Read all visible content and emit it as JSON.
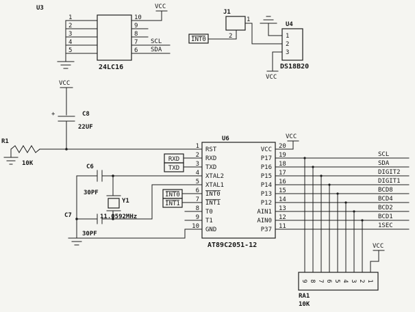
{
  "u3": {
    "ref": "U3",
    "part": "24LC16",
    "left_pin_numbers": [
      "1",
      "2",
      "3",
      "4",
      "5"
    ],
    "right_pin_numbers": [
      "10",
      "9",
      "8",
      "7",
      "6"
    ],
    "pin7_label": "SCL",
    "pin6_label": "SDA",
    "vcc_label": "VCC"
  },
  "j1": {
    "ref": "J1",
    "pin1": "1",
    "pin2": "2",
    "net_label": "INT0"
  },
  "u4": {
    "ref": "U4",
    "part": "DS18B20",
    "pin_numbers": [
      "1",
      "2",
      "3"
    ],
    "vcc_label": "VCC"
  },
  "c8": {
    "ref": "C8",
    "value": "22UF",
    "plus": "+",
    "vcc_label": "VCC"
  },
  "r1": {
    "ref": "R1",
    "value": "10K"
  },
  "c6": {
    "ref": "C6",
    "value": "30PF"
  },
  "c7": {
    "ref": "C7",
    "value": "30PF"
  },
  "y1": {
    "ref": "Y1",
    "value": "11.0592MHz"
  },
  "u6": {
    "ref": "U6",
    "part": "AT89C2051-12",
    "vcc_label": "VCC",
    "left_pins": [
      {
        "num": "1",
        "name": "RST"
      },
      {
        "num": "2",
        "name": "RXD"
      },
      {
        "num": "3",
        "name": "TXD"
      },
      {
        "num": "4",
        "name": "XTAL2"
      },
      {
        "num": "5",
        "name": "XTAL1"
      },
      {
        "num": "6",
        "name": "INT0"
      },
      {
        "num": "7",
        "name": "INT1"
      },
      {
        "num": "8",
        "name": "T0"
      },
      {
        "num": "9",
        "name": "T1"
      },
      {
        "num": "10",
        "name": "GND"
      }
    ],
    "right_pins": [
      {
        "num": "20",
        "name": "VCC"
      },
      {
        "num": "19",
        "name": "P17"
      },
      {
        "num": "18",
        "name": "P16"
      },
      {
        "num": "17",
        "name": "P15"
      },
      {
        "num": "16",
        "name": "P14"
      },
      {
        "num": "15",
        "name": "P13"
      },
      {
        "num": "14",
        "name": "P12"
      },
      {
        "num": "13",
        "name": "AIN1"
      },
      {
        "num": "12",
        "name": "AIN0"
      },
      {
        "num": "11",
        "name": "P37"
      }
    ]
  },
  "net_boxes": {
    "rxd": "RXD",
    "txd": "TXD",
    "int0": "INT0",
    "int1": "INT1"
  },
  "right_nets": [
    "SCL",
    "SDA",
    "DIGIT2",
    "DIGIT1",
    "BCD8",
    "BCD4",
    "BCD2",
    "BCD1",
    "1SEC"
  ],
  "ra1": {
    "ref": "RA1",
    "value": "10K",
    "pin_numbers": [
      "9",
      "8",
      "7",
      "6",
      "5",
      "4",
      "3",
      "2",
      "1"
    ],
    "vcc_label": "VCC"
  }
}
